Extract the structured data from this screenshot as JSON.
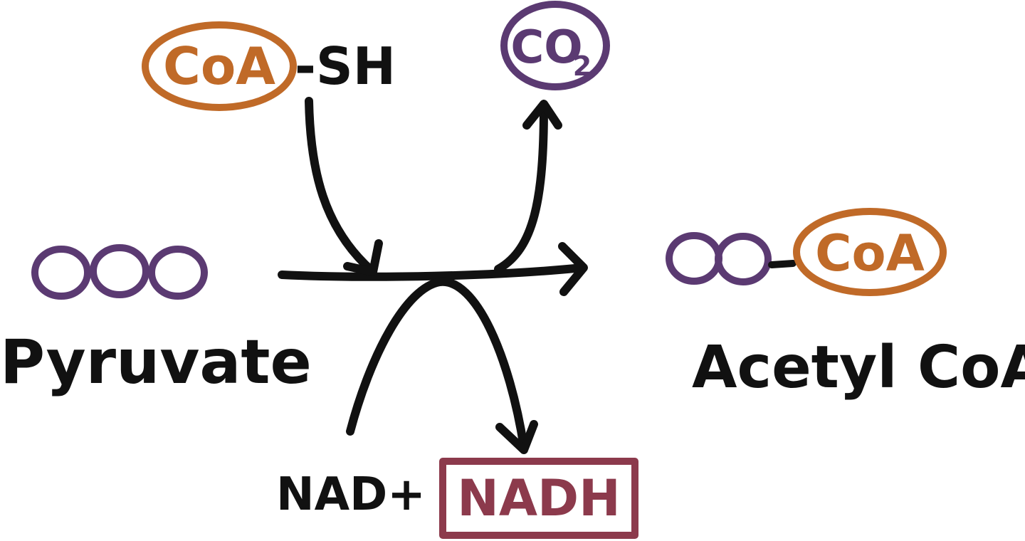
{
  "labels": {
    "coa_reactant": "CoA",
    "sh_group": "-SH",
    "co2_main": "CO",
    "co2_subscript": "2",
    "pyruvate": "Pyruvate",
    "acetyl_coa": "Acetyl CoA",
    "coa_product": "CoA",
    "nad_plus": "NAD+",
    "nadh": "NADH"
  },
  "colors": {
    "coa": "#c06a28",
    "co2": "#5b3a72",
    "carbon": "#5b3a72",
    "nadh": "#8c3a4c",
    "ink": "#111111"
  }
}
